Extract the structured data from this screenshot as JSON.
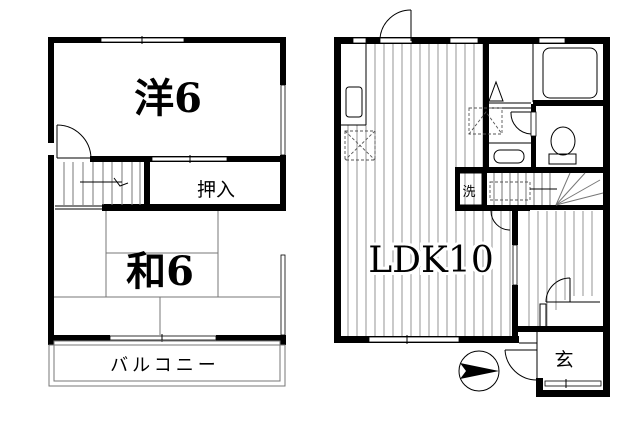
{
  "floorplan": {
    "floor2": {
      "rooms": {
        "western": {
          "label": "洋6",
          "type": "Western-style room",
          "size_jo": 6
        },
        "japanese": {
          "label": "和6",
          "type": "Japanese-style room",
          "size_jo": 6
        },
        "closet": {
          "label": "押入",
          "type": "Closet"
        },
        "balcony": {
          "label": "バルコニー",
          "type": "Balcony"
        }
      }
    },
    "floor1": {
      "rooms": {
        "ldk": {
          "label": "LDK10",
          "type": "Living/Dining/Kitchen",
          "size_jo": 10
        },
        "laundry": {
          "label": "洗",
          "type": "Washing machine space"
        },
        "entrance": {
          "label": "玄",
          "type": "Entrance"
        }
      }
    },
    "compass": {
      "direction": "north-arrow",
      "points": "right"
    },
    "colors": {
      "wall": "#000000",
      "background": "#ffffff",
      "floor_lines": "#888888"
    }
  }
}
